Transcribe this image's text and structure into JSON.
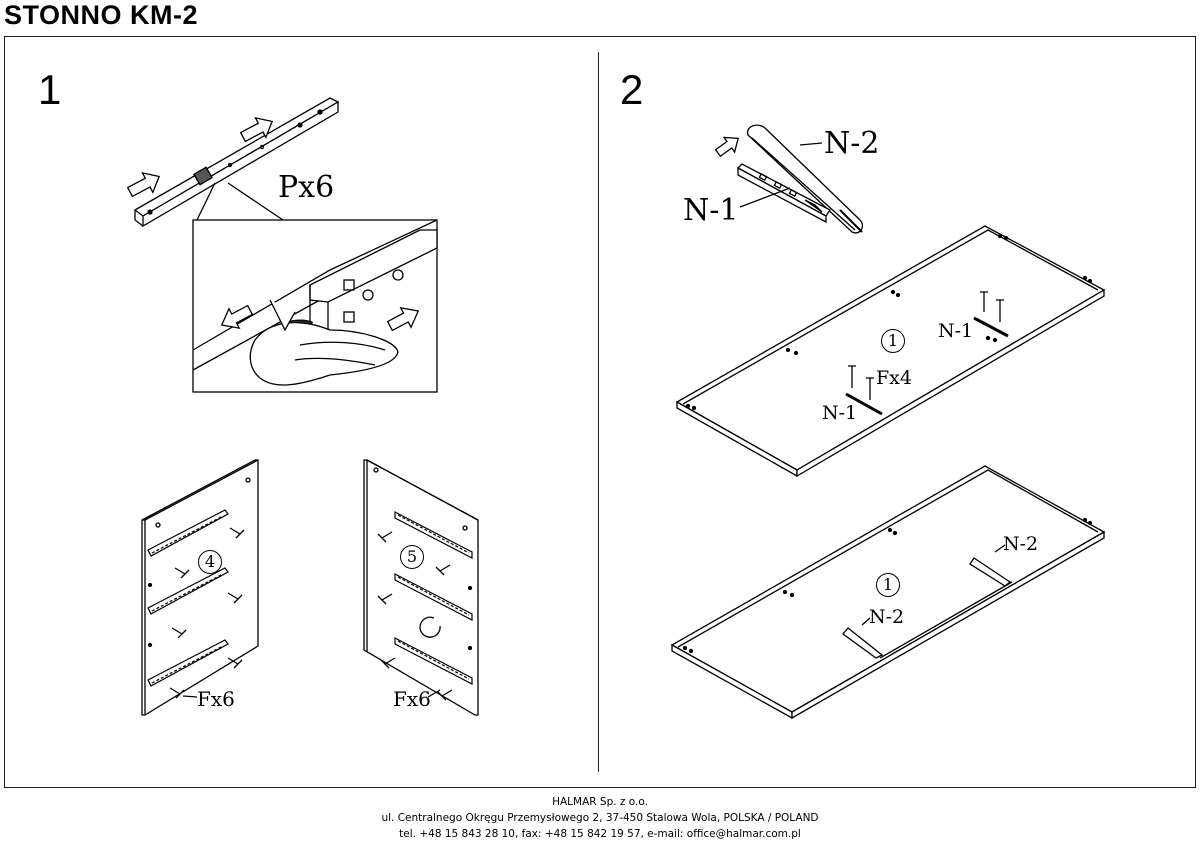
{
  "title": "STONNO KM-2",
  "step1": {
    "number": "1",
    "slide_label": "Px6",
    "panel_left_marker": "4",
    "panel_left_fastener": "Fx6",
    "panel_right_marker": "5",
    "panel_right_fastener": "Fx6"
  },
  "step2": {
    "number": "2",
    "label_n2_top": "N-2",
    "label_n1_top": "N-1",
    "board_a_marker": "1",
    "board_a_n1_right": "N-1",
    "board_a_fastener": "Fx4",
    "board_a_n1_left": "N-1",
    "board_b_marker": "1",
    "board_b_n2_right": "N-2",
    "board_b_n2_left": "N-2"
  },
  "footer": {
    "company": "HALMAR Sp. z o.o.",
    "address": "ul. Centralnego Okręgu Przemysłowego 2, 37-450 Stalowa Wola, POLSKA / POLAND",
    "contact": "tel. +48 15 843 28 10, fax: +48 15 842 19 57, e-mail: office@halmar.com.pl"
  }
}
